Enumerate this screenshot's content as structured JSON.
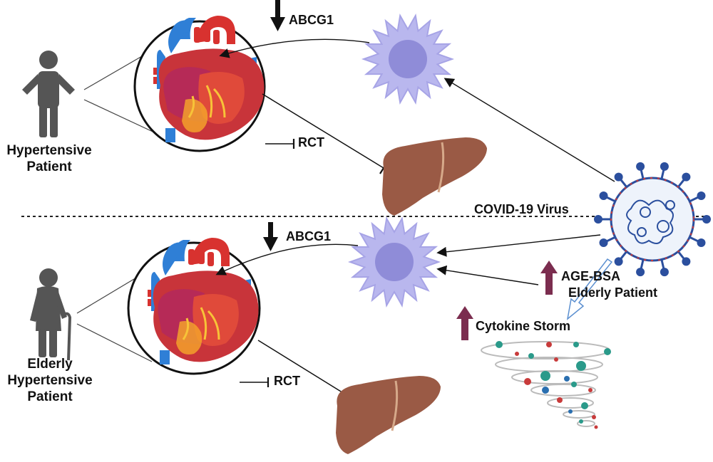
{
  "top_panel": {
    "patient_label_line1": "Hypertensive",
    "patient_label_line2": "Patient",
    "abcg1_label": "ABCG1",
    "rct_label": "RCT"
  },
  "bottom_panel": {
    "patient_label_line1": "Elderly",
    "patient_label_line2": "Hypertensive",
    "patient_label_line3": "Patient",
    "abcg1_label": "ABCG1",
    "rct_label": "RCT",
    "age_bsa_label": "AGE-BSA",
    "elderly_patient_label": "Elderly Patient",
    "cytokine_storm_label": "Cytokine Storm"
  },
  "virus_label": "COVID-19 Virus",
  "colors": {
    "macrophage": "#b9b7ee",
    "macrophage_nucleus": "#8f8cd8",
    "heart_red": "#d8322f",
    "heart_blue": "#2f7fd6",
    "liver": "#9a5a45",
    "virus_blue": "#2b4f9e",
    "up_arrow": "#7b2d4f"
  },
  "icons": [
    "person-icon",
    "elderly-person-icon",
    "heart-icon",
    "macrophage-icon",
    "liver-icon",
    "virus-icon",
    "tornado-icon"
  ]
}
